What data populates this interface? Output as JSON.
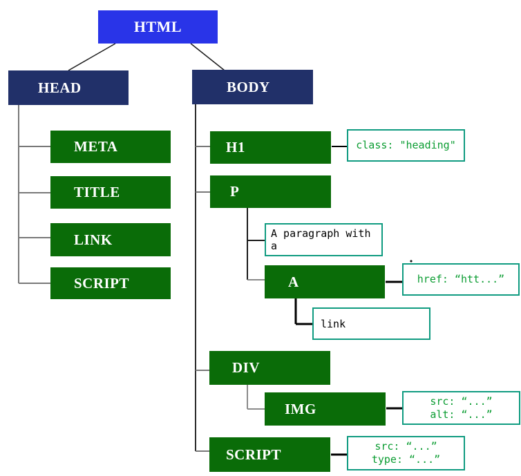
{
  "diagram": {
    "description": "DOM tree of an HTML document",
    "colors": {
      "root_fill": "#2934e8",
      "section_fill": "#213069",
      "element_fill": "#0a6c08",
      "annotation_border": "#0f9b80",
      "annotation_text": "#0a9c31",
      "text_node_text": "#000000",
      "line_gray": "#787878",
      "line_black": "#1a1a1a"
    },
    "nodes": {
      "html": {
        "label": "HTML"
      },
      "head": {
        "label": "HEAD"
      },
      "body": {
        "label": "BODY"
      },
      "meta": {
        "label": "META"
      },
      "title": {
        "label": "TITLE"
      },
      "link": {
        "label": "LINK"
      },
      "script_head": {
        "label": "SCRIPT"
      },
      "h1": {
        "label": "H1"
      },
      "p": {
        "label": "P"
      },
      "a": {
        "label": "A"
      },
      "div": {
        "label": "DIV"
      },
      "img": {
        "label": "IMG"
      },
      "script_body": {
        "label": "SCRIPT"
      }
    },
    "text_nodes": {
      "paragraph": {
        "text": "A paragraph with a"
      },
      "link_text": {
        "text": "link"
      }
    },
    "annotations": {
      "h1": {
        "lines": [
          "class: \"heading\""
        ]
      },
      "a": {
        "lines": [
          "href: “htt...”"
        ]
      },
      "img": {
        "lines": [
          "src: “...”",
          "alt: “...”"
        ]
      },
      "script": {
        "lines": [
          "src: “...”",
          "type: “...”"
        ]
      }
    }
  }
}
